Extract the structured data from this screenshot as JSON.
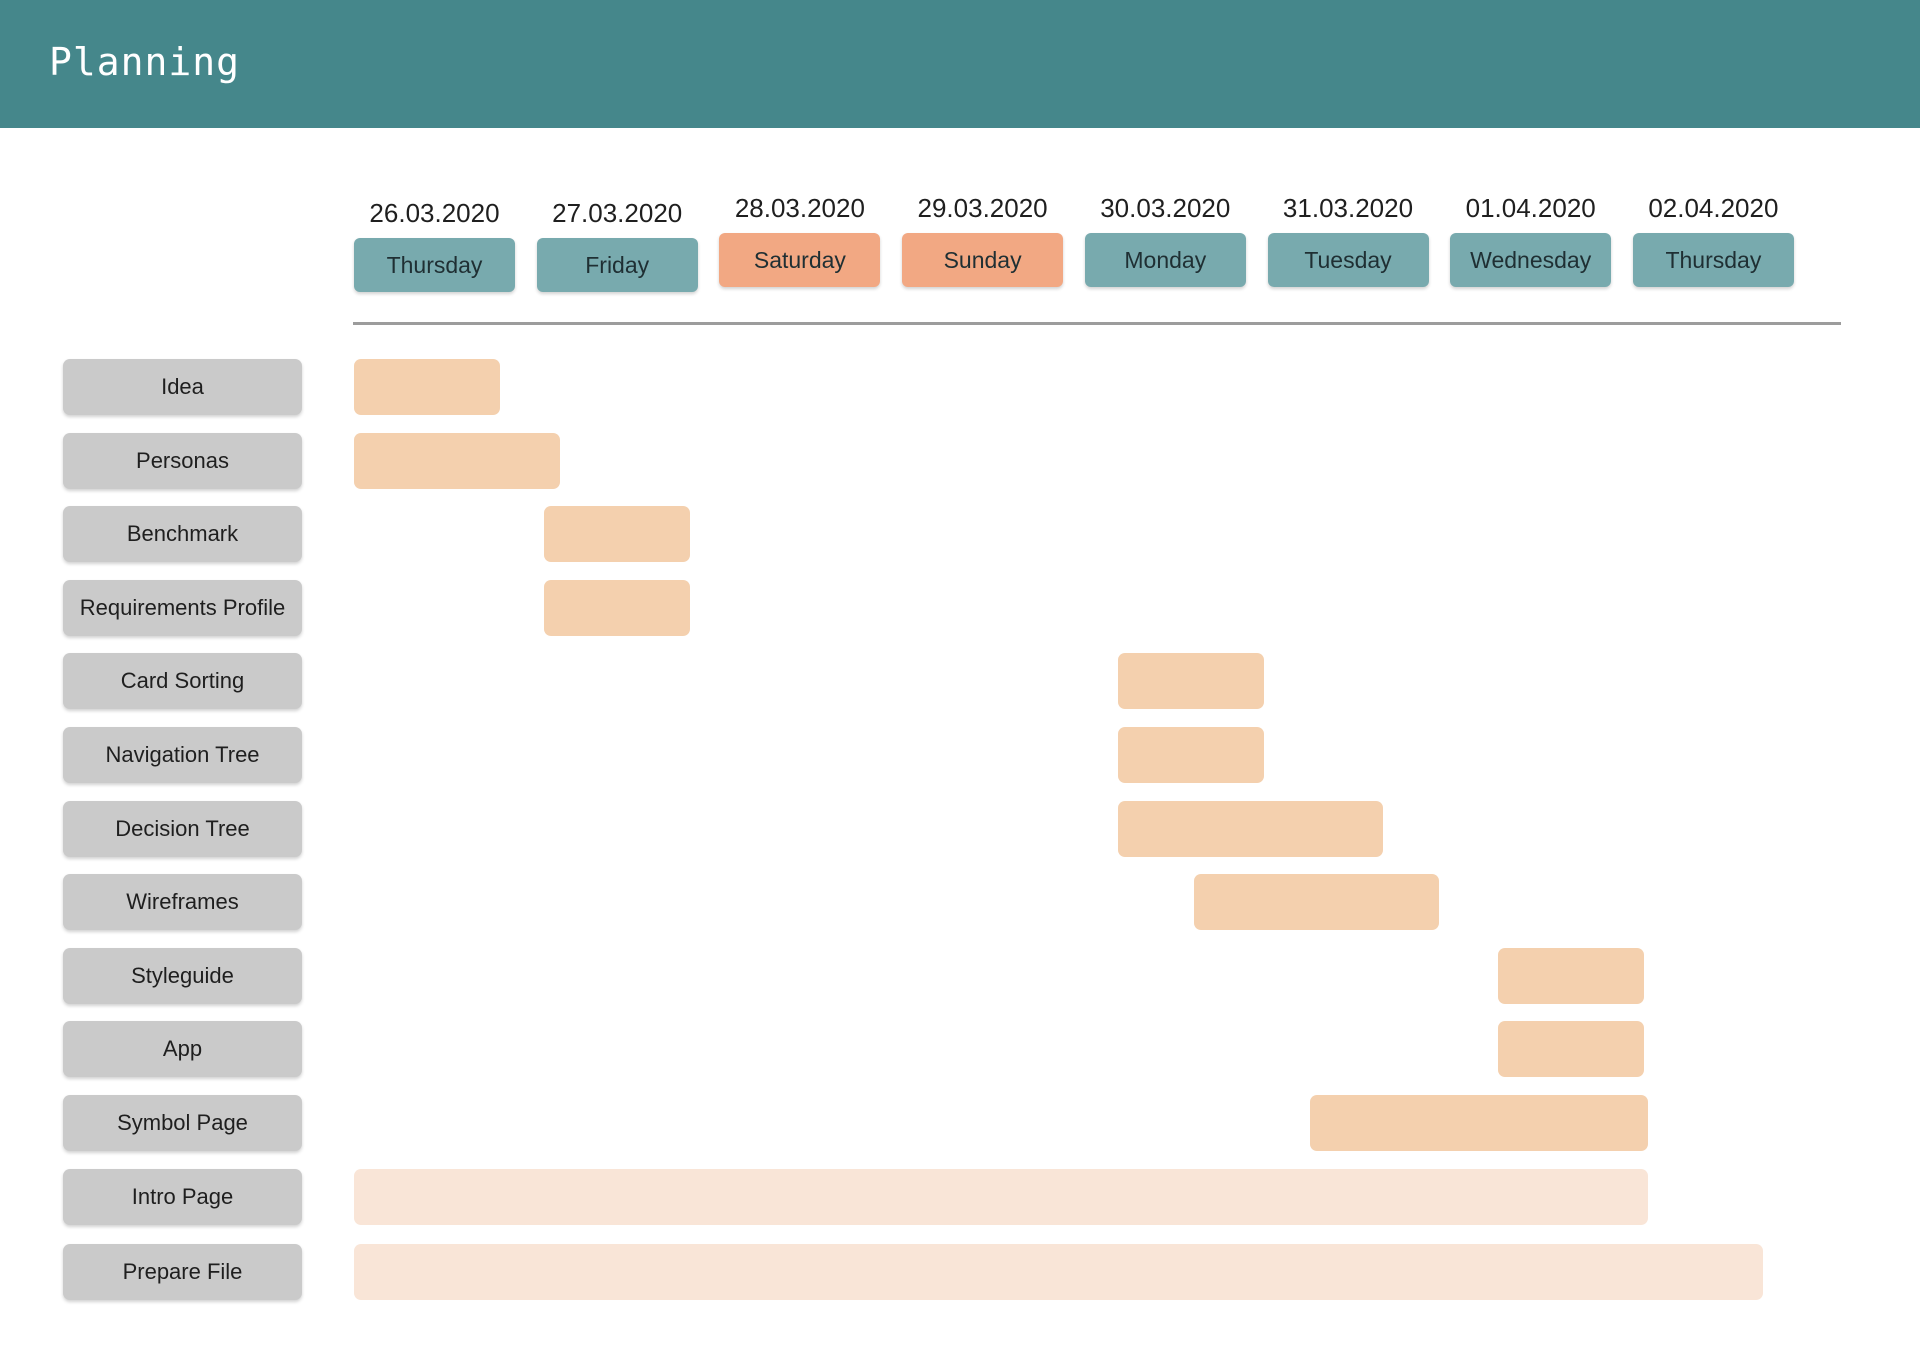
{
  "header": {
    "title": "Planning"
  },
  "colors": {
    "header": "#45878b",
    "weekday": "#78aaae",
    "weekend": "#f2a883",
    "task_label": "#cacaca",
    "bar": "#f4d0ae",
    "bar_light": "#f9e5d7"
  },
  "columns": [
    {
      "date": "26.03.2020",
      "day": "Thursday",
      "weekend": false
    },
    {
      "date": "27.03.2020",
      "day": "Friday",
      "weekend": false
    },
    {
      "date": "28.03.2020",
      "day": "Saturday",
      "weekend": true
    },
    {
      "date": "29.03.2020",
      "day": "Sunday",
      "weekend": true
    },
    {
      "date": "30.03.2020",
      "day": "Monday",
      "weekend": false
    },
    {
      "date": "31.03.2020",
      "day": "Tuesday",
      "weekend": false
    },
    {
      "date": "01.04.2020",
      "day": "Wednesday",
      "weekend": false
    },
    {
      "date": "02.04.2020",
      "day": "Thursday",
      "weekend": false
    }
  ],
  "tasks": [
    {
      "label": "Idea",
      "start": 0,
      "duration": 0.8,
      "style": "main"
    },
    {
      "label": "Personas",
      "start": 0,
      "duration": 1.13,
      "style": "main"
    },
    {
      "label": "Benchmark",
      "start": 1.04,
      "duration": 0.8,
      "style": "main"
    },
    {
      "label": "Requirements Profile",
      "start": 1.04,
      "duration": 0.8,
      "style": "main"
    },
    {
      "label": "Card Sorting",
      "start": 4.18,
      "duration": 0.8,
      "style": "main"
    },
    {
      "label": "Navigation Tree",
      "start": 4.18,
      "duration": 0.8,
      "style": "main"
    },
    {
      "label": "Decision Tree",
      "start": 4.18,
      "duration": 1.45,
      "style": "main"
    },
    {
      "label": "Wireframes",
      "start": 4.6,
      "duration": 1.34,
      "style": "main"
    },
    {
      "label": "Styleguide",
      "start": 6.26,
      "duration": 0.8,
      "style": "main"
    },
    {
      "label": "App",
      "start": 6.26,
      "duration": 0.8,
      "style": "main"
    },
    {
      "label": "Symbol Page",
      "start": 5.23,
      "duration": 1.85,
      "style": "main"
    },
    {
      "label": "Intro Page",
      "start": 0,
      "duration": 7.08,
      "style": "light"
    },
    {
      "label": "Prepare File",
      "start": 0,
      "duration": 7.71,
      "style": "light"
    }
  ]
}
